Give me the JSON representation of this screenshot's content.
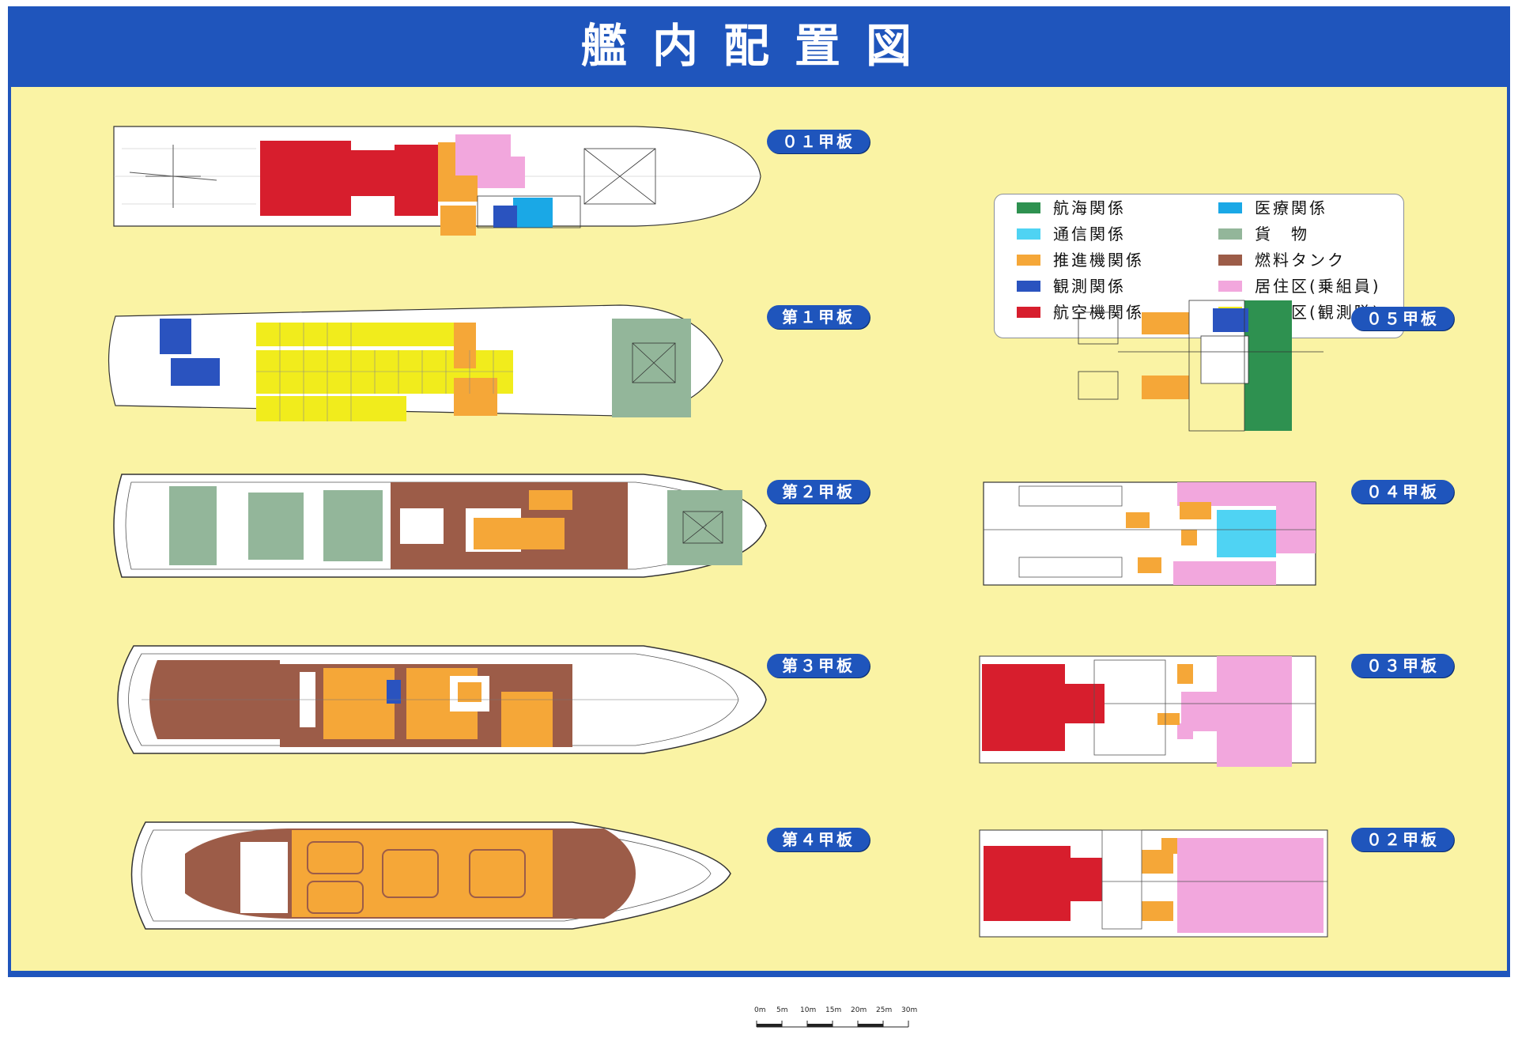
{
  "title": "艦内配置図",
  "decks": {
    "d01": "０１甲板",
    "d1": "第１甲板",
    "d2": "第２甲板",
    "d3": "第３甲板",
    "d4": "第４甲板",
    "d05": "０５甲板",
    "d04": "０４甲板",
    "d03": "０３甲板",
    "d02": "０２甲板"
  },
  "legend": [
    {
      "label": "航海関係",
      "color": "#2e9150"
    },
    {
      "label": "医療関係",
      "color": "#1aa8e6"
    },
    {
      "label": "通信関係",
      "color": "#4fd3f3"
    },
    {
      "label": "貨　物",
      "color": "#93b69a"
    },
    {
      "label": "推進機関係",
      "color": "#f5a738"
    },
    {
      "label": "燃料タンク",
      "color": "#9c5c48"
    },
    {
      "label": "観測関係",
      "color": "#2a53bf"
    },
    {
      "label": "居住区(乗組員)",
      "color": "#f2a7dd"
    },
    {
      "label": "航空機関係",
      "color": "#d71e2d"
    },
    {
      "label": "居住区(観測隊)",
      "color": "#f1ec1c"
    }
  ],
  "scale": {
    "ticks": [
      "0m",
      "5m",
      "10m",
      "15m",
      "20m",
      "25m",
      "30m"
    ]
  }
}
